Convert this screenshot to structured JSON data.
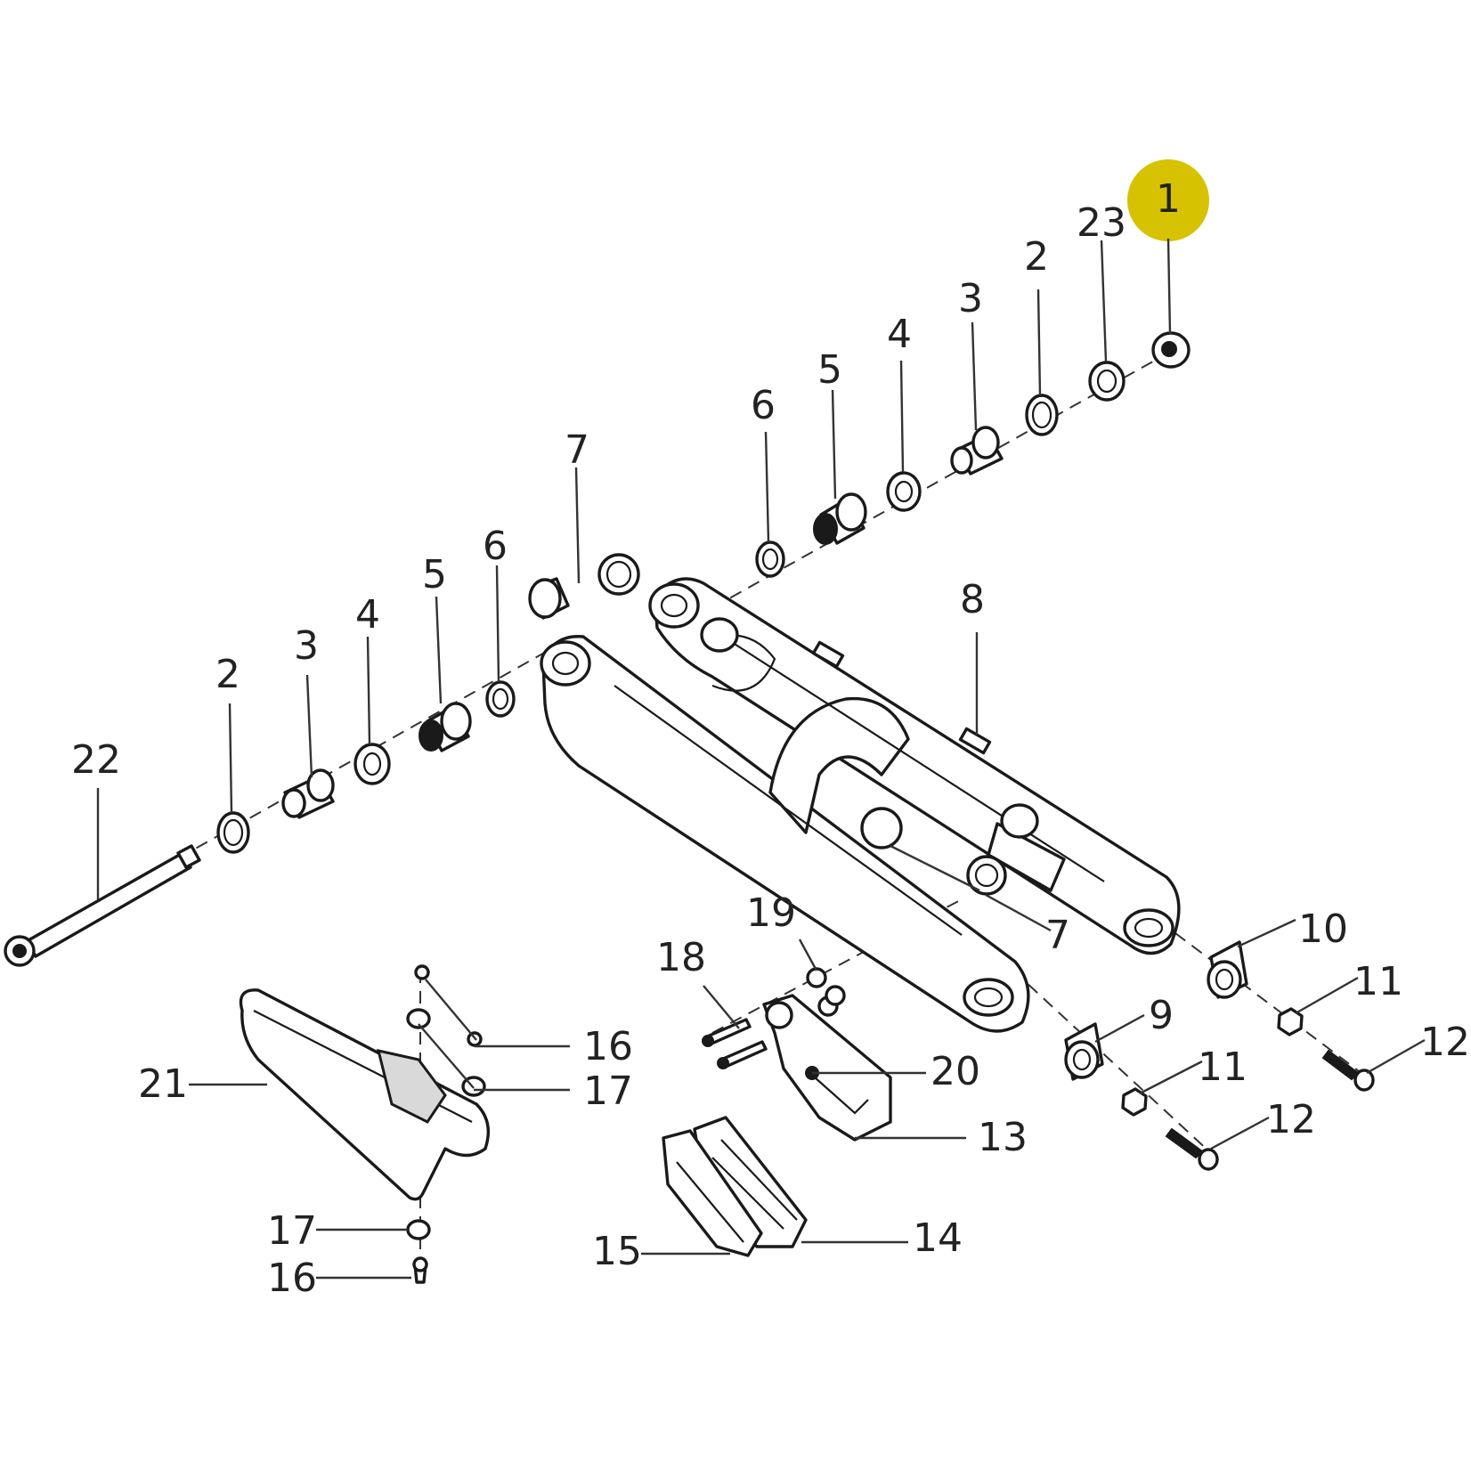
{
  "colors": {
    "highlight": "#d6c200",
    "line": "#1a1a1a",
    "text": "#222222",
    "background": "#ffffff"
  },
  "callouts": {
    "c1": "1",
    "c23": "23",
    "c2_upper": "2",
    "c3_upper": "3",
    "c4_upper": "4",
    "c5_upper": "5",
    "c6_upper": "6",
    "c7_upper": "7",
    "c6_lower": "6",
    "c5_lower": "5",
    "c4_lower": "4",
    "c3_lower": "3",
    "c2_lower": "2",
    "c22": "22",
    "c8": "8",
    "c7_lower": "7",
    "c10": "10",
    "c11_upper": "11",
    "c12_upper": "12",
    "c9": "9",
    "c11_lower": "11",
    "c12_lower": "12",
    "c19": "19",
    "c18": "18",
    "c20": "20",
    "c13": "13",
    "c14": "14",
    "c15": "15",
    "c21": "21",
    "c16_upper": "16",
    "c17_upper": "17",
    "c17_lower": "17",
    "c16_lower": "16"
  }
}
